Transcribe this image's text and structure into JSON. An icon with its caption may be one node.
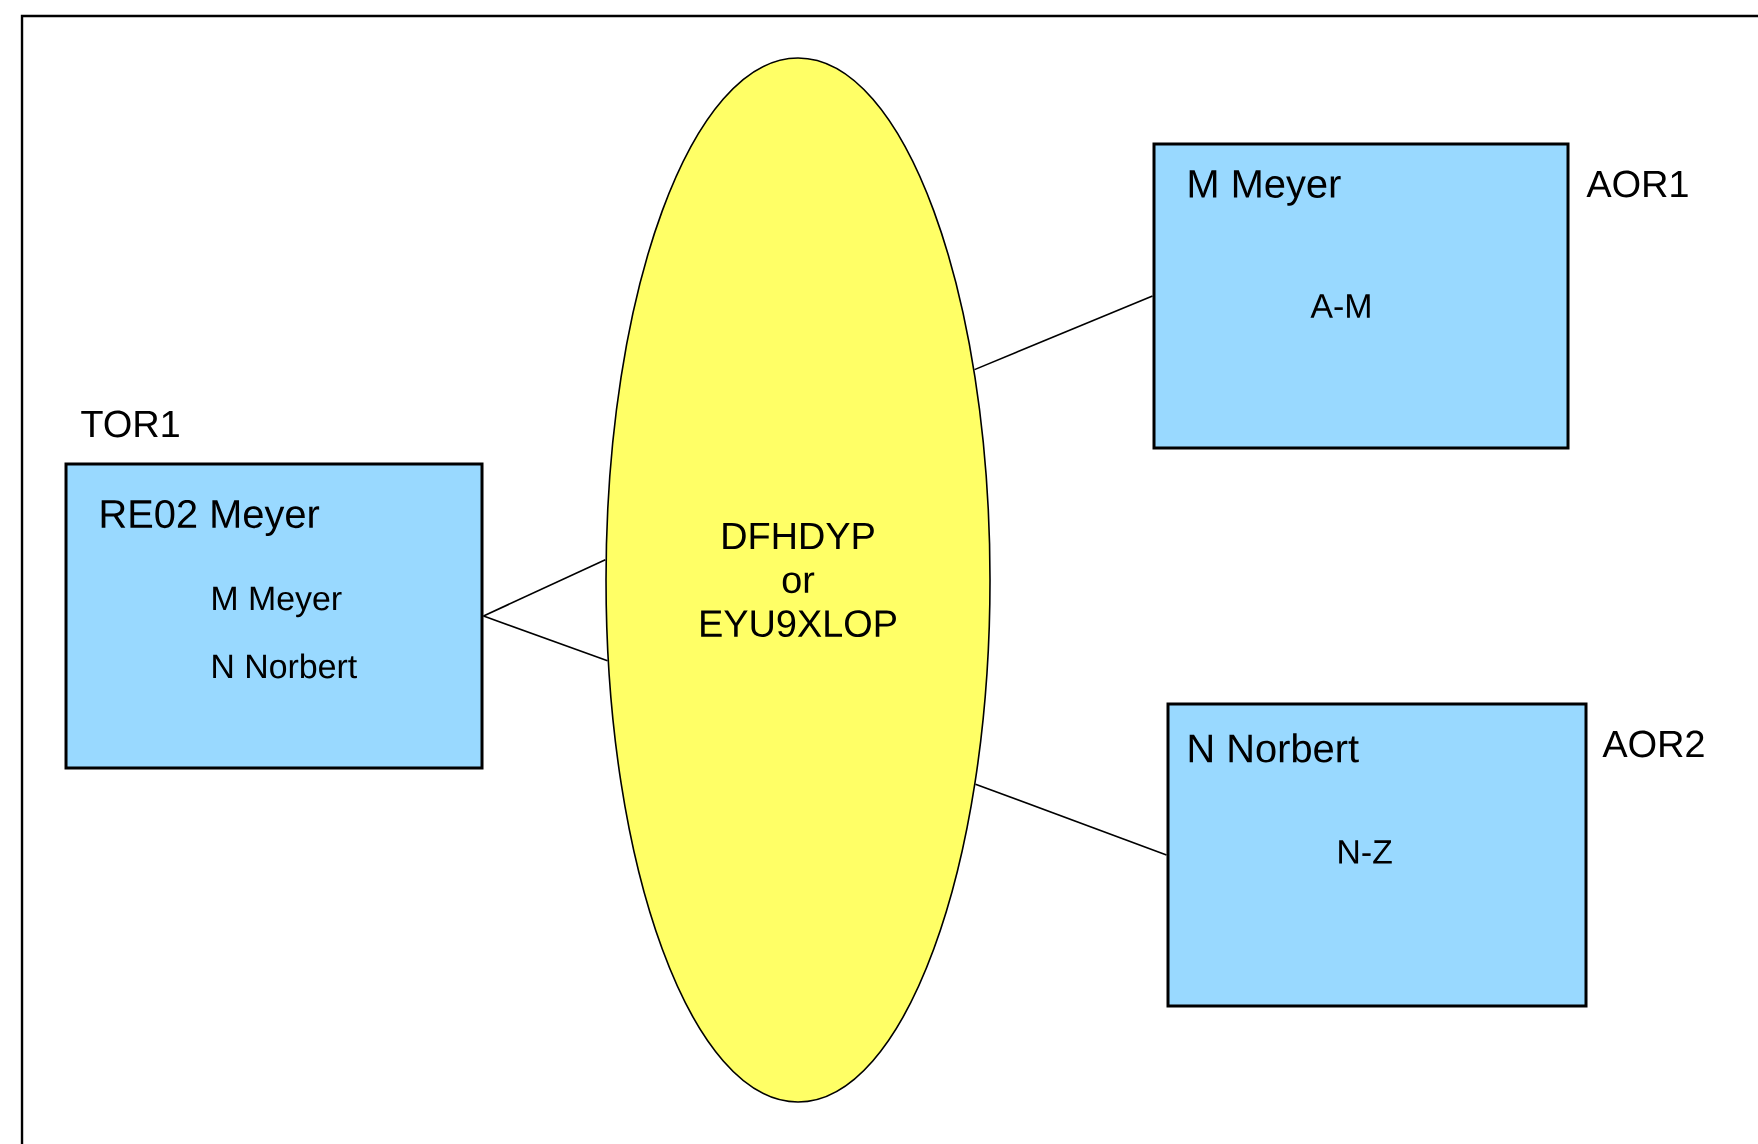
{
  "diagram": {
    "nodes": [
      {
        "text": [
          "RE02 Meyer",
          "M Meyer",
          "N Norbert"
        ],
        "beside": [
          "TOR1"
        ]
      },
      {
        "text": [
          "DFHDYP or EYU9XLOP"
        ]
      },
      {
        "text": [
          "M Meyer",
          "A-M"
        ],
        "beside": [
          "AOR1"
        ]
      },
      {
        "text": [
          "N Norbert",
          "N-Z"
        ],
        "beside": [
          "AOR2"
        ]
      }
    ],
    "edges": [
      {
        "from": 0,
        "to": 1,
        "arrow": "none"
      },
      {
        "from": 0,
        "to": 1,
        "arrow": "none"
      },
      {
        "from": 1,
        "to": 2,
        "arrow": "none"
      },
      {
        "from": 1,
        "to": 3,
        "arrow": "none"
      }
    ]
  }
}
